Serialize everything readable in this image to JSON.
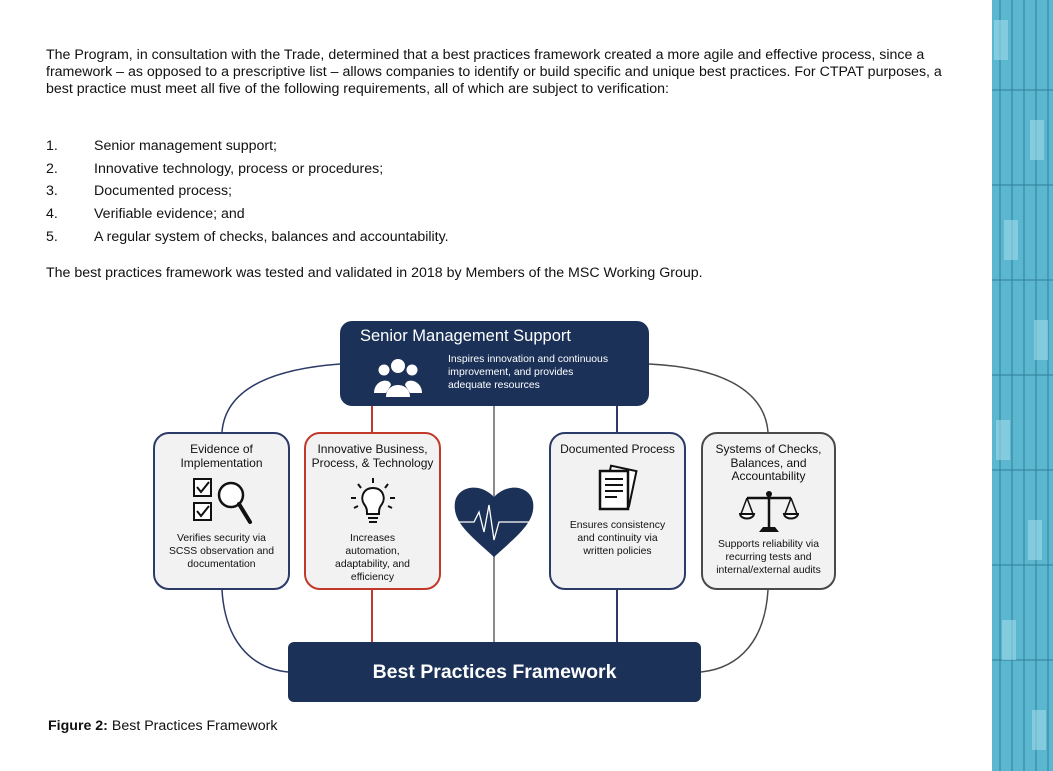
{
  "intro": "The Program, in consultation with the Trade, determined that a best practices framework created a more agile and effective process, since a framework – as opposed to a prescriptive list – allows companies to identify or build specific and unique best practices. For CTPAT purposes, a best practice must meet all five of the following requirements, all of which are subject to verification:",
  "requirements": [
    {
      "num": "1.",
      "text": "Senior management support;"
    },
    {
      "num": "2.",
      "text": "Innovative technology, process or procedures;"
    },
    {
      "num": "3.",
      "text": "Documented process;"
    },
    {
      "num": "4.",
      "text": "Verifiable evidence; and"
    },
    {
      "num": "5.",
      "text": "A regular system of checks, balances and accountability."
    }
  ],
  "validation": "The best practices framework was tested and validated in 2018 by Members of the MSC Working Group.",
  "diagram": {
    "top": {
      "title": "Senior Management  Support",
      "desc": "Inspires innovation and continuous improvement, and provides adequate resources",
      "icon": "people-group-icon"
    },
    "bottom": {
      "title": "Best Practices Framework"
    },
    "boxes": [
      {
        "title": "Evidence of Implementation",
        "desc": "Verifies security via SCSS observation and documentation",
        "icon": "checklist-magnifier-icon",
        "border": "#2b3a66"
      },
      {
        "title": "Innovative  Business, Process, & Technology",
        "desc": "Increases automation, adaptability, and efficiency",
        "icon": "lightbulb-icon",
        "border": "#c0392b"
      },
      {
        "title": "Documented Process",
        "desc": "Ensures consistency and continuity via written policies",
        "icon": "documents-icon",
        "border": "#2b3a66"
      },
      {
        "title": "Systems of Checks, Balances, and Accountability",
        "desc": "Supports reliability via recurring tests and internal/external audits",
        "icon": "scales-icon",
        "border": "#4a4a4a"
      }
    ],
    "center_icon": "heart-pulse-icon"
  },
  "caption": {
    "label": "Figure 2:",
    "text": "Best Practices Framework"
  },
  "colors": {
    "navy": "#1b3158",
    "red": "#c0392b",
    "gray": "#8a8a8a",
    "strip": "#5bb7cf"
  }
}
